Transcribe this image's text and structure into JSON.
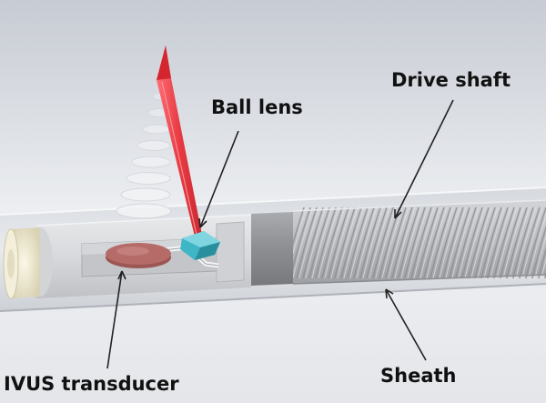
{
  "labels": {
    "ball_lens": "Ball lens",
    "drive_shaft": "Drive shaft",
    "ivus_transducer": "IVUS transducer",
    "sheath": "Sheath"
  },
  "colors": {
    "background_light": "#eceef2",
    "background_dark": "#c9cdd5",
    "sheath": "#d6d9de",
    "housing": "#dcdde0",
    "drive_shaft": "#b9bbbf",
    "drive_shaft_band": "#8e9094",
    "transducer_disc": "#b56b68",
    "ball_lens": "#3fb6c6",
    "laser_beam": "#e8323a",
    "end_cap": "#efe9cf",
    "leader_line": "#222222"
  }
}
